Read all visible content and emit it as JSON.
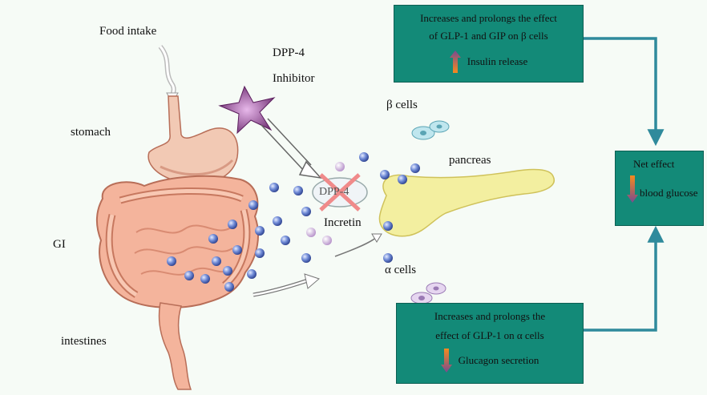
{
  "labels": {
    "food_intake": "Food intake",
    "dpp4_inhibitor_line1": "DPP-4",
    "dpp4_inhibitor_line2": "Inhibitor",
    "stomach": "stomach",
    "gi": "GI",
    "intestines": "intestines",
    "beta_cells": "β cells",
    "pancreas": "pancreas",
    "incretin": "Incretin",
    "alpha_cells": "α cells",
    "dpp4_enzyme": "DPP-4"
  },
  "boxes": {
    "top": {
      "line1": "Increases and prolongs the effect",
      "line2": "of GLP-1 and GIP on β cells",
      "effect": "Insulin release",
      "direction": "up"
    },
    "bottom": {
      "line1": "Increases and prolongs the",
      "line2": "effect of GLP-1 on α cells",
      "effect": "Glucagon secretion",
      "direction": "down"
    },
    "net": {
      "title": "Net effect",
      "effect": "blood glucose",
      "direction": "down"
    }
  },
  "colors": {
    "box_fill": "#138a78",
    "connector": "#2f8a9c",
    "pancreas": "#f3efa0",
    "incretin_blue": "#5a78c8",
    "incretin_purple": "#c6a6d6",
    "gut": "#f0a78a",
    "inhibitor_star": "#8a3d8a"
  }
}
